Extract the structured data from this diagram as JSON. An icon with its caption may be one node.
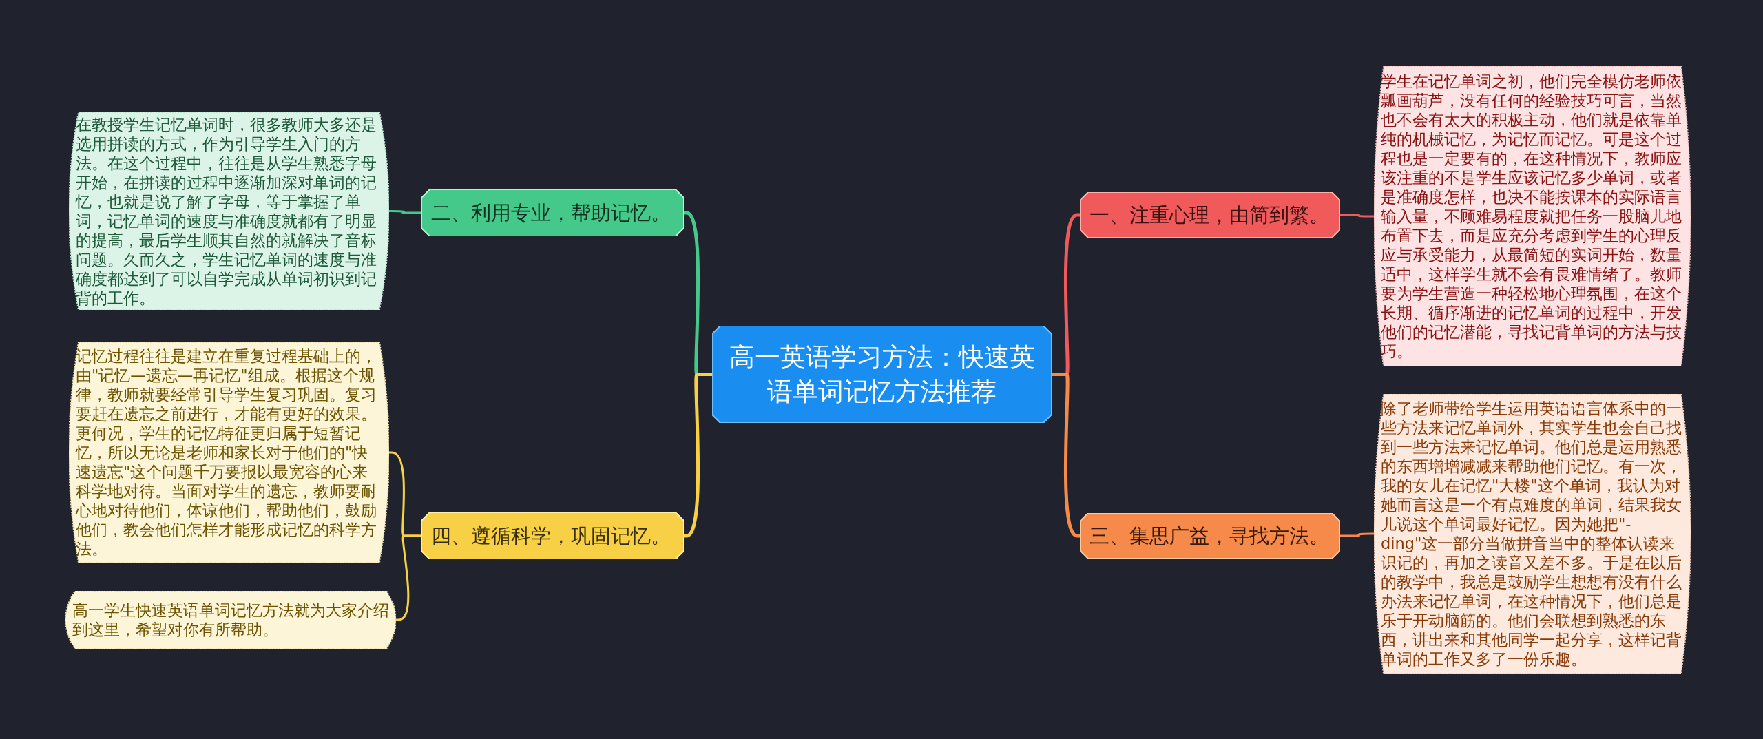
{
  "diagram": {
    "nodes": [
      {
        "text": [
          "高一英语学习方法：快速英语单词记忆方法推荐"
        ]
      },
      {
        "text": [
          "一、注重心理，由简到繁。"
        ]
      },
      {
        "text": [
          "学生在记忆单词之初，他们完全模仿老师依瓢画葫芦，没有任何的经验技巧可言，当然也不会有太大的积极主动，他们就是依靠单纯的机械记忆，为记忆而记忆。可是这个过程也是一定要有的，在这种情况下，教师应该注重的不是学生应该记忆多少单词，或者是准确度怎样，也决不能按课本的实际语言输入量，不顾难易程度就把任务一股脑儿地布置下去，而是应充分考虑到学生的心理反应与承受能力，从最简短的实词开始，数量适中，这样学生就不会有畏难情绪了。教师要为学生营造一种轻松地心理氛围，在这个长期、循序渐进的记忆单词的过程中，开发他们的记忆潜能，寻找记背单词的方法与技巧。"
        ]
      },
      {
        "text": [
          "二、利用专业，帮助记忆。"
        ]
      },
      {
        "text": [
          "在教授学生记忆单词时，很多教师大多还是选用拼读的方式，作为引导学生入门的方法。在这个过程中，往往是从学生熟悉字母开始，在拼读的过程中逐渐加深对单词的记忆，也就是说了解了字母，等于掌握了单词，记忆单词的速度与准确度就都有了明显的提高，最后学生顺其自然的就解决了音标问题。久而久之，学生记忆单词的速度与准确度都达到了可以自学完成从单词初识到记背的工作。"
        ]
      },
      {
        "text": [
          "三、集思广益，寻找方法。"
        ]
      },
      {
        "text": [
          "除了老师带给学生运用英语语言体系中的一些方法来记忆单词外，其实学生也会自己找到一些方法来记忆单词。他们总是运用熟悉的东西增增减减来帮助他们记忆。有一次，我的女儿在记忆\"大楼\"这个单词，我认为对她而言这是一个有点难度的单词，结果我女儿说这个单词最好记忆。因为她把\"-ding\"这一部分当做拼音当中的整体认读来识记的，再加之读音又差不多。于是在以后的教学中，我总是鼓励学生想想有没有什么办法来记忆单词，在这种情况下，他们总是乐于开动脑筋的。他们会联想到熟悉的东西，讲出来和其他同学一起分享，这样记背单词的工作又多了一份乐趣。"
        ]
      },
      {
        "text": [
          "四、遵循科学，巩固记忆。"
        ]
      },
      {
        "text": [
          "记忆过程往往是建立在重复过程基础上的，由\"记忆—遗忘—再记忆\"组成。根据这个规律，教师就要经常引导学生复习巩固。复习要赶在遗忘之前进行，才能有更好的效果。更何况，学生的记忆特征更归属于短暂记忆，所以无论是老师和家长对于他们的\"快速遗忘\"这个问题千万要报以最宽容的心来科学地对待。当面对学生的遗忘，教师要耐心地对待他们，体谅他们，帮助他们，鼓励他们，教会他们怎样才能形成记忆的科学方法。"
        ]
      },
      {
        "text": [
          "高一学生快速英语单词记忆方法就为大家介绍到这里，希望对你有所帮助。"
        ]
      }
    ],
    "edges": [
      {
        "from": 0,
        "to": 1,
        "arrow": "none",
        "color": "#f05a5a"
      },
      {
        "from": 1,
        "to": 2,
        "arrow": "none",
        "color": "#f05a5a"
      },
      {
        "from": 0,
        "to": 3,
        "arrow": "none",
        "color": "#45c98a"
      },
      {
        "from": 3,
        "to": 4,
        "arrow": "none",
        "color": "#45c98a"
      },
      {
        "from": 0,
        "to": 5,
        "arrow": "none",
        "color": "#f58a4a"
      },
      {
        "from": 5,
        "to": 6,
        "arrow": "none",
        "color": "#f58a4a"
      },
      {
        "from": 0,
        "to": 7,
        "arrow": "none",
        "color": "#f7d046"
      },
      {
        "from": 7,
        "to": 8,
        "arrow": "none",
        "color": "#f7d046"
      },
      {
        "from": 7,
        "to": 9,
        "arrow": "none",
        "color": "#f7d046"
      }
    ]
  }
}
